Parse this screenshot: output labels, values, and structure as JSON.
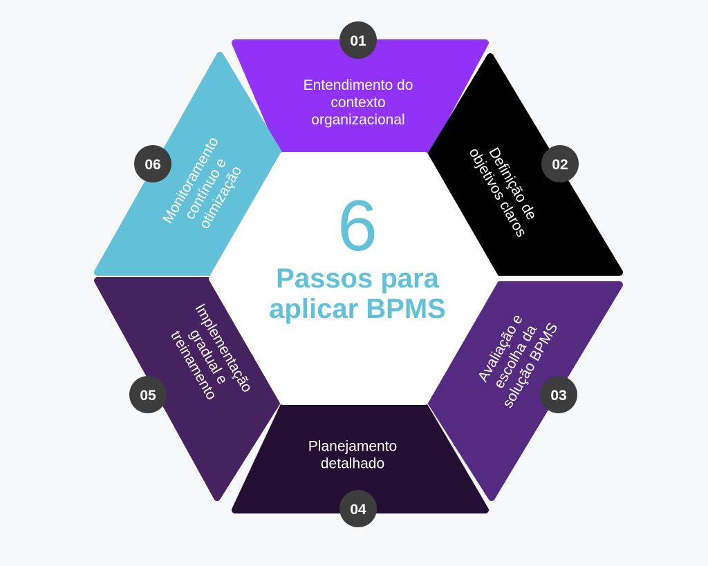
{
  "center": {
    "number": "6",
    "title_lines": [
      "Passos para",
      "aplicar BPMS"
    ],
    "color": "#62c1d8"
  },
  "badge_color": "#3d3d3d",
  "steps": [
    {
      "number": "01",
      "lines": [
        "Entendimento do",
        "contexto",
        "organizacional"
      ],
      "color": "#9133f7"
    },
    {
      "number": "02",
      "lines": [
        "Definição de",
        "objetivos claros"
      ],
      "color": "#000000"
    },
    {
      "number": "03",
      "lines": [
        "Avaliação e",
        "escolha da",
        "solução BPMS"
      ],
      "color": "#542b81"
    },
    {
      "number": "04",
      "lines": [
        "Planejamento",
        "detalhado"
      ],
      "color": "#230f34"
    },
    {
      "number": "05",
      "lines": [
        "Implementação",
        "gradual e",
        "treinamento"
      ],
      "color": "#462260"
    },
    {
      "number": "06",
      "lines": [
        "Monitoramento",
        "contínuo e",
        "otimização"
      ],
      "color": "#62c1d8"
    }
  ]
}
